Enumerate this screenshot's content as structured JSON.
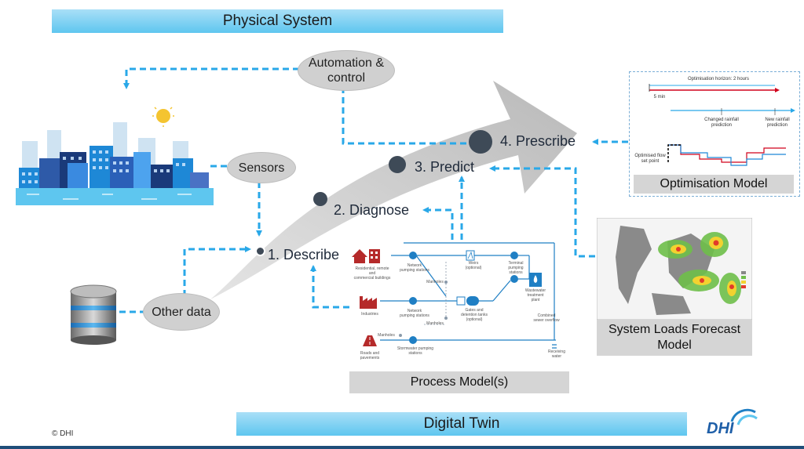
{
  "header": {
    "title": "Physical System"
  },
  "footer": {
    "title": "Digital Twin",
    "copyright": "© DHI",
    "logo_text": "DHI"
  },
  "nodes": {
    "automation": "Automation &\ncontrol",
    "sensors": "Sensors",
    "other_data": "Other data"
  },
  "steps": {
    "describe": "1. Describe",
    "diagnose": "2. Diagnose",
    "predict": "3. Predict",
    "prescribe": "4. Prescribe"
  },
  "models": {
    "optimisation": "Optimisation Model",
    "forecast": "System Loads Forecast\nModel",
    "process": "Process Model(s)"
  },
  "optimisation_chart": {
    "horizon": "Optimisation horizon: 2 hours",
    "five_min": "5 min",
    "changed_rainfall": "Changed rainfall\nprediction",
    "new_rainfall": "New rainfall\nprediction",
    "setpoint": "Optimised flow\nset point"
  },
  "process_labels": {
    "residential": "Residential, remote and\ncommercial buildings",
    "industries": "Industries",
    "roads": "Roads and\npavements",
    "network1": "Network\npumping stations",
    "network2": "Network\npumping stations",
    "weirs": "Weirs\n(optional)",
    "terminal": "Terminal\npumping\nstations",
    "gates": "Gates and\ndetention tanks\n(optional)",
    "wwtp": "Wastewater\ntreatment\nplant",
    "stormwater": "Stormwater pumping stations",
    "combined": "Combined\nsewer overflow",
    "receiving": "Receiving\nwater",
    "manholes1": "Manholes",
    "manholes2": "Manholes",
    "manholes3": "Manholes"
  },
  "colors": {
    "accent": "#29a8e8",
    "banner_top": "#a9dff7",
    "banner_bottom": "#5ec6ef",
    "process_blue": "#1f7fc4",
    "icon_red": "#b52a2a"
  }
}
